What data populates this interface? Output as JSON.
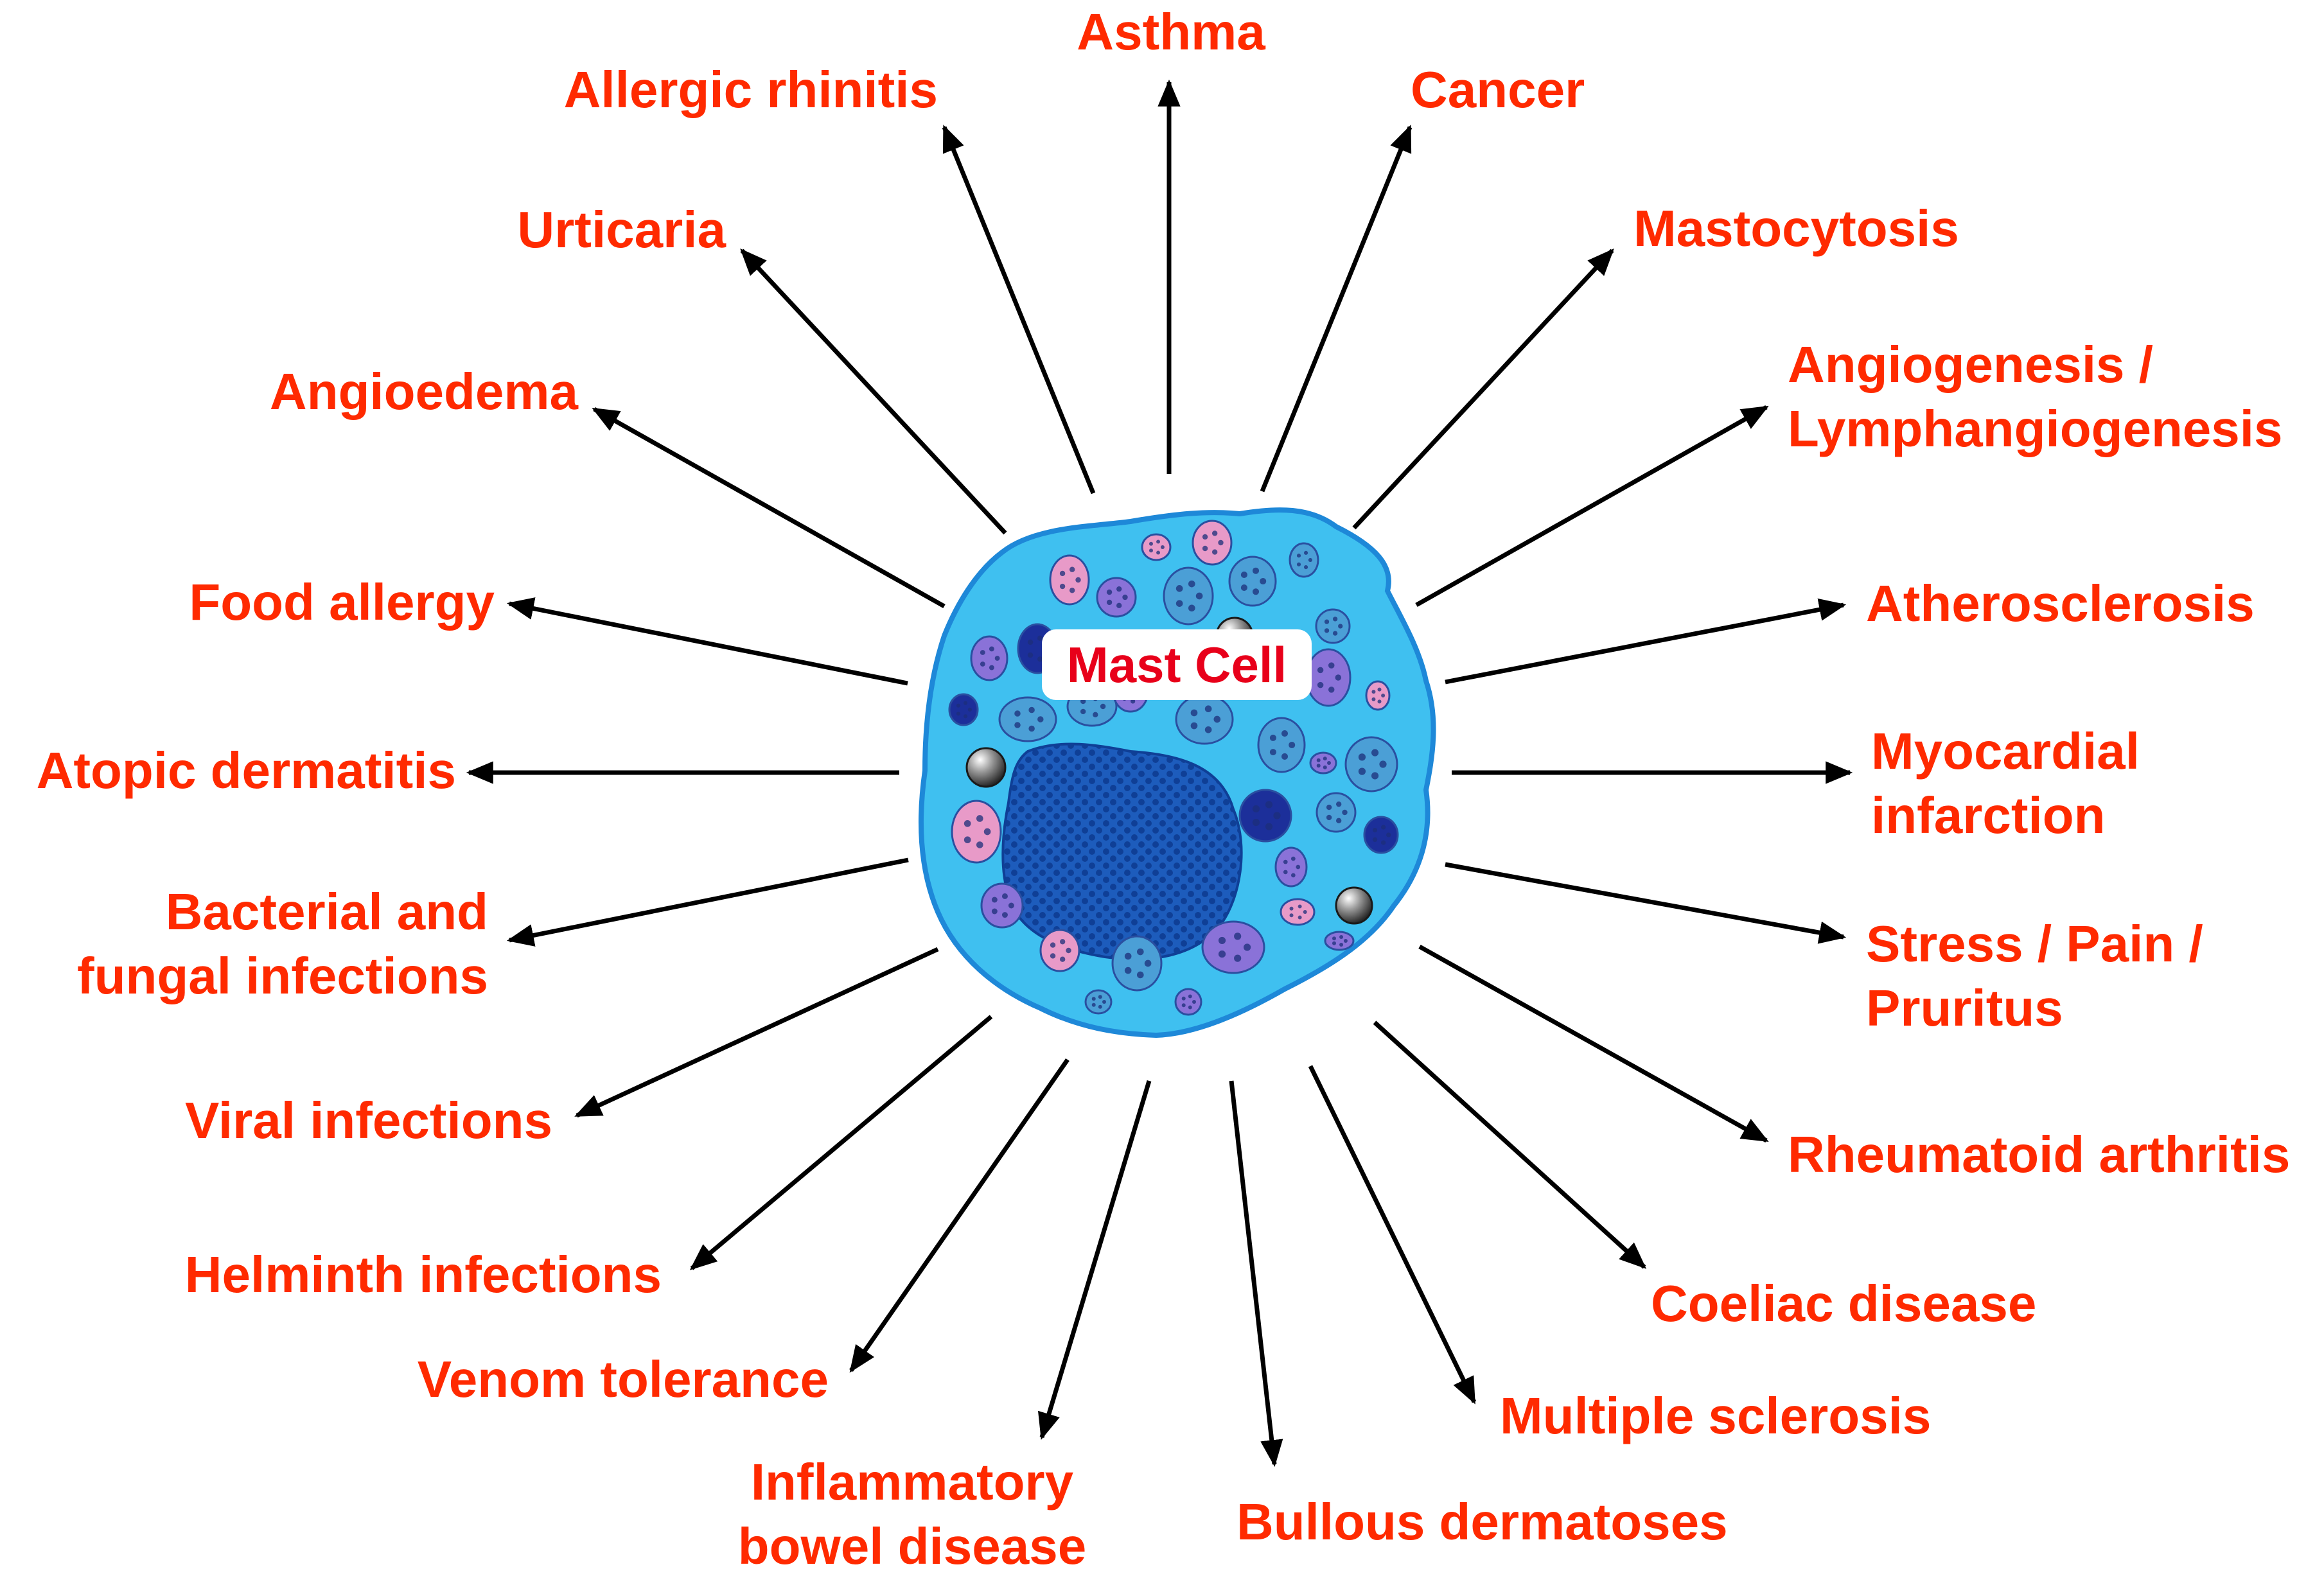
{
  "colors": {
    "label": "#ff2a00",
    "cell_label": "#e8001a",
    "arrow": "#000000",
    "cytoplasm": "#3fc0f0",
    "cytoplasm_edge": "#1e88d8",
    "nucleus": "#1a58b8",
    "granule_blue": "#4b9fd6",
    "granule_purple": "#8a72d8",
    "granule_pink": "#e89ac8",
    "granule_dark": "#1c2f9a"
  },
  "cell": {
    "label": "Mast  Cell"
  },
  "conditions": [
    {
      "key": "asthma",
      "lines": [
        "Asthma"
      ]
    },
    {
      "key": "cancer",
      "lines": [
        "Cancer"
      ]
    },
    {
      "key": "mastocytosis",
      "lines": [
        "Mastocytosis"
      ]
    },
    {
      "key": "angiogenesis",
      "lines": [
        "Angiogenesis /",
        "Lymphangiogenesis"
      ]
    },
    {
      "key": "atherosclerosis",
      "lines": [
        "Atherosclerosis"
      ]
    },
    {
      "key": "myocardial",
      "lines": [
        "Myocardial",
        "infarction"
      ]
    },
    {
      "key": "stress",
      "lines": [
        "Stress / Pain /",
        "Pruritus"
      ]
    },
    {
      "key": "rheumatoid",
      "lines": [
        "Rheumatoid arthritis"
      ]
    },
    {
      "key": "coeliac",
      "lines": [
        "Coeliac disease"
      ]
    },
    {
      "key": "ms",
      "lines": [
        "Multiple sclerosis"
      ]
    },
    {
      "key": "bullous",
      "lines": [
        "Bullous dermatoses"
      ]
    },
    {
      "key": "ibd",
      "lines": [
        "Inflammatory",
        "bowel disease"
      ]
    },
    {
      "key": "venom",
      "lines": [
        "Venom tolerance"
      ]
    },
    {
      "key": "helminth",
      "lines": [
        "Helminth infections"
      ]
    },
    {
      "key": "viral",
      "lines": [
        "Viral infections"
      ]
    },
    {
      "key": "bacterial",
      "lines": [
        "Bacterial and",
        "fungal infections"
      ]
    },
    {
      "key": "atopic",
      "lines": [
        "Atopic dermatitis"
      ]
    },
    {
      "key": "food",
      "lines": [
        "Food allergy"
      ]
    },
    {
      "key": "angioedema",
      "lines": [
        "Angioedema"
      ]
    },
    {
      "key": "urticaria",
      "lines": [
        "Urticaria"
      ]
    },
    {
      "key": "rhinitis",
      "lines": [
        "Allergic rhinitis"
      ]
    }
  ]
}
